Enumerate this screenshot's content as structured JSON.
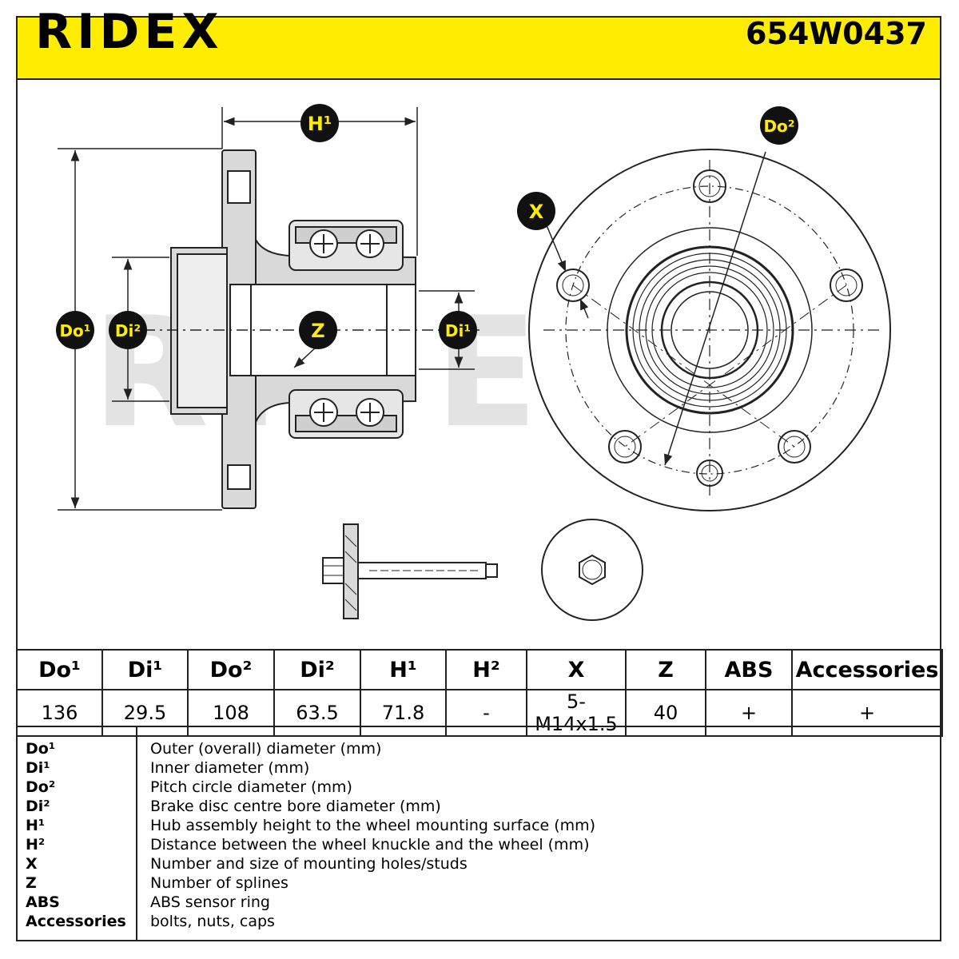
{
  "header": {
    "brand": "RIDEX",
    "part_number": "654W0437"
  },
  "watermark": "RIDEX",
  "callouts": {
    "h1": "H¹",
    "do2": "Do²",
    "x": "X",
    "do1": "Do¹",
    "di2": "Di²",
    "z": "Z",
    "di1": "Di¹"
  },
  "specs_table": {
    "headers": [
      "Do¹",
      "Di¹",
      "Do²",
      "Di²",
      "H¹",
      "H²",
      "X",
      "Z",
      "ABS",
      "Accessories"
    ],
    "values": [
      "136",
      "29.5",
      "108",
      "63.5",
      "71.8",
      "-",
      "5-M14x1.5",
      "40",
      "+",
      "+"
    ]
  },
  "legend": [
    {
      "key": "Do¹",
      "desc": "Outer (overall) diameter (mm)"
    },
    {
      "key": "Di¹",
      "desc": "Inner diameter (mm)"
    },
    {
      "key": "Do²",
      "desc": "Pitch circle diameter (mm)"
    },
    {
      "key": "Di²",
      "desc": "Brake disc centre bore diameter (mm)"
    },
    {
      "key": "H¹",
      "desc": "Hub assembly height to the wheel mounting surface (mm)"
    },
    {
      "key": "H²",
      "desc": "Distance between the wheel knuckle and the wheel (mm)"
    },
    {
      "key": "X",
      "desc": "Number and size of mounting holes/studs"
    },
    {
      "key": "Z",
      "desc": "Number of splines"
    },
    {
      "key": "ABS",
      "desc": "ABS sensor ring"
    },
    {
      "key": "Accessories",
      "desc": "bolts, nuts, caps"
    }
  ],
  "colors": {
    "accent": "#ffed00",
    "line": "#222222",
    "part_fill": "#d9d9d9",
    "watermark": "#e3e3e3"
  }
}
